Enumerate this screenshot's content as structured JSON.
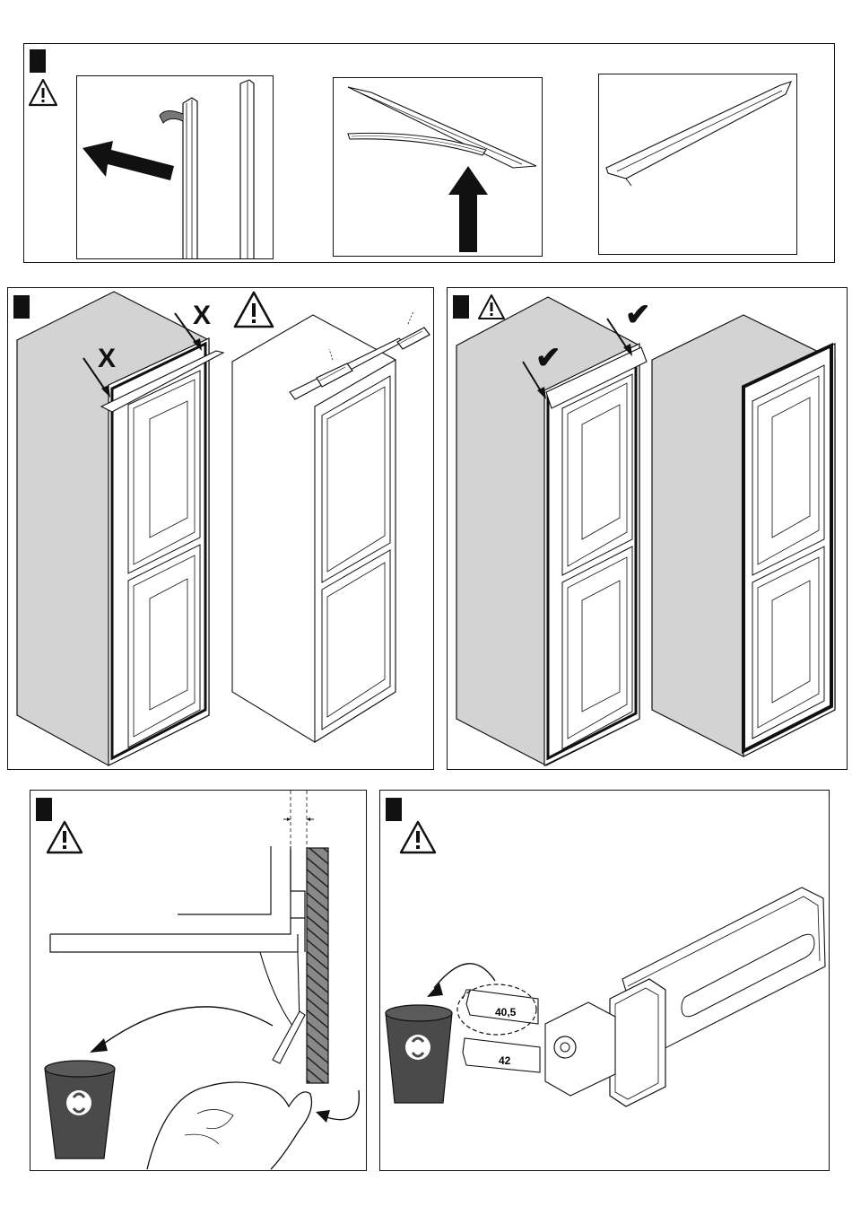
{
  "icons": {
    "warning": "warning-triangle-icon",
    "recycle": "recycle-bin-icon",
    "check": "check-mark-icon",
    "cross": "x-mark-icon"
  },
  "colors": {
    "ink": "#111111",
    "cabinet_side": "#d3d3d3",
    "bin": "#4a4a4a"
  },
  "marks": {
    "cross": "X",
    "check": "✔"
  },
  "strip_labels": {
    "upper": "40,5",
    "lower": "42"
  }
}
